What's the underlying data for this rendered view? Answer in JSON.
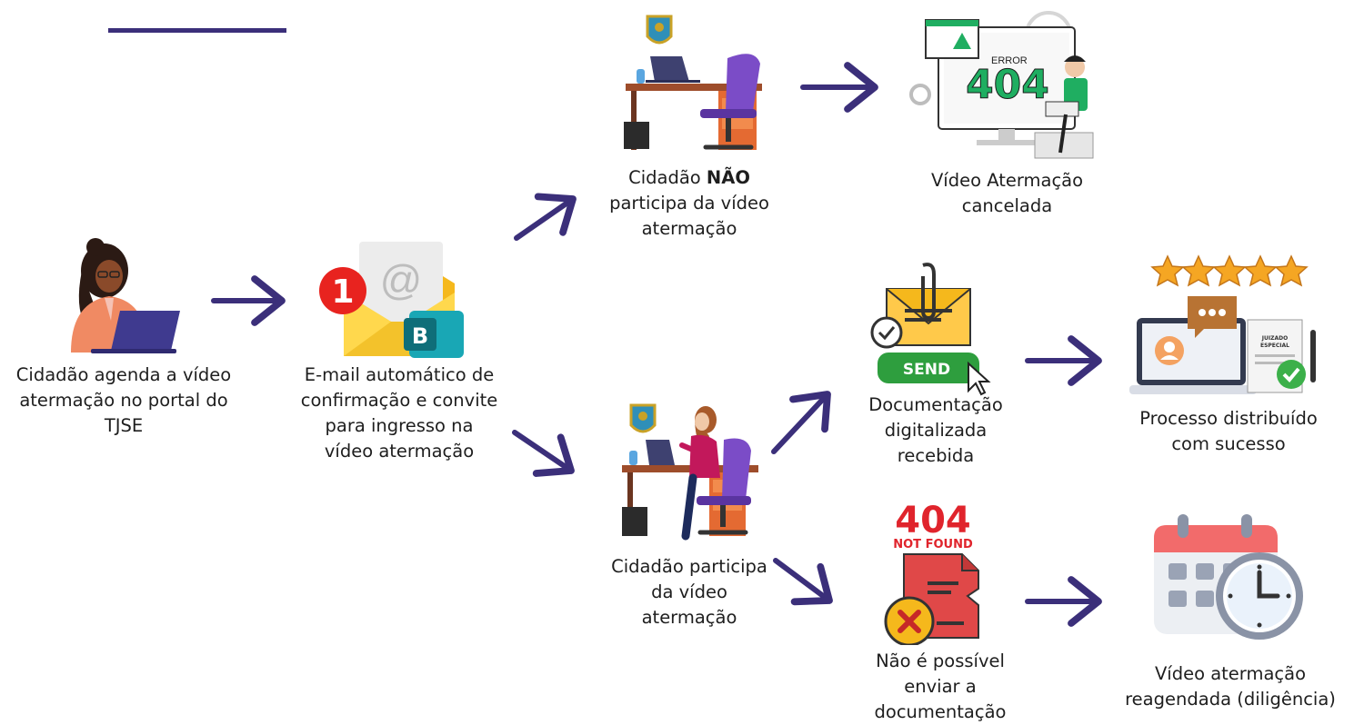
{
  "nodes": {
    "agenda": {
      "line1": "Cidadão agenda a vídeo",
      "line2": "atermação no portal do",
      "line3": "TJSE"
    },
    "email": {
      "line1": "E-mail automático de",
      "line2": "confirmação e convite",
      "line3": "para ingresso na",
      "line4": "vídeo atermação",
      "badge": "1"
    },
    "nao_participa": {
      "pre": "Cidadão ",
      "bold": "NÃO",
      "line2": "participa da vídeo",
      "line3": "atermação"
    },
    "cancelada": {
      "line1": "Vídeo Atermação",
      "line2": "cancelada",
      "error_word": "ERROR",
      "error_code": "404"
    },
    "participa": {
      "line1": "Cidadão participa",
      "line2": "da vídeo",
      "line3": "atermação"
    },
    "documentacao": {
      "line1": "Documentação",
      "line2": "digitalizada",
      "line3": "recebida",
      "send": "SEND"
    },
    "distribuido": {
      "line1": "Processo distribuído",
      "line2": "com sucesso",
      "doc_line1": "JUIZADO",
      "doc_line2": "ESPECIAL"
    },
    "nao_possivel": {
      "line1": "Não é possível",
      "line2": "enviar a",
      "line3": "documentação",
      "big": "404",
      "small": "NOT FOUND"
    },
    "reagendada": {
      "line1": "Vídeo atermação",
      "line2": "reagendada (diligência)"
    }
  },
  "colors": {
    "arrow": "#3b2f7a",
    "accent_line": "#3b2f7a",
    "send_green": "#2e9e3e",
    "error_red": "#e0242c",
    "text_404_green": "#1fae61"
  }
}
